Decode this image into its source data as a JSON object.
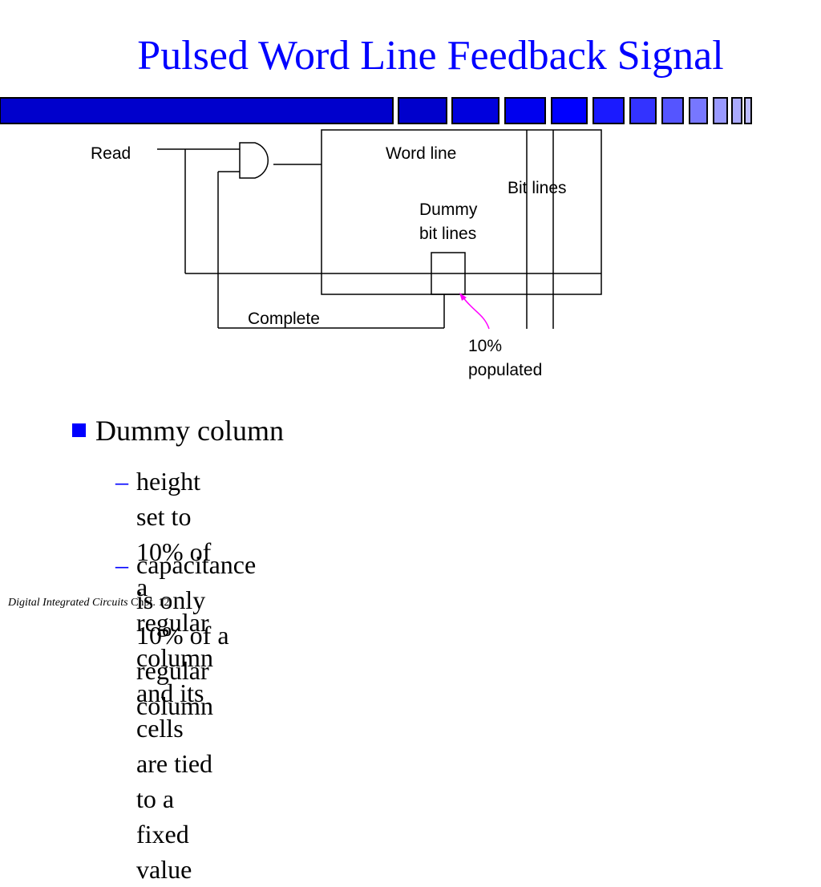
{
  "slide": {
    "title": "Pulsed Word Line Feedback Signal",
    "accent_color": "#0000ff",
    "pointer_color": "#ff00ff"
  },
  "diagram": {
    "labels": {
      "read": "Read",
      "word_line": "Word line",
      "bit_lines": "Bit lines",
      "dummy_line1": "Dummy",
      "dummy_line2": "bit lines",
      "complete": "Complete",
      "pct_line1": "10%",
      "pct_line2": "populated"
    }
  },
  "bullets": {
    "main": "Dummy column",
    "subs": [
      {
        "line1": "height set to 10% of a regular column and its",
        "line2": "cells are tied to a fixed value"
      },
      {
        "line1": "capacitance is only 10% of a regular column"
      }
    ]
  },
  "footer": {
    "course": "Digital Integrated Circuits",
    "chapter": "Chpt. 12"
  }
}
